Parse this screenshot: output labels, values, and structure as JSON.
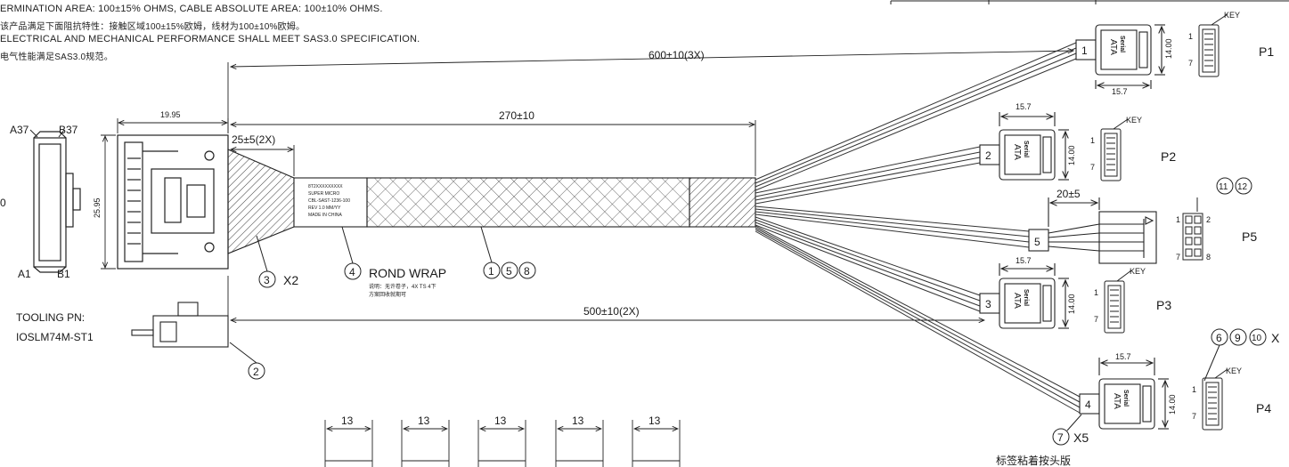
{
  "notes": [
    "ERMINATION AREA: 100±15% OHMS, CABLE ABSOLUTE AREA: 100±10% OHMS.",
    "该产品满足下面阻抗特性：接触区域100±15%欧姆，线材为100±10%欧姆。",
    "ELECTRICAL AND MECHANICAL PERFORMANCE SHALL MEET SAS3.0 SPECIFICATION.",
    "电气性能满足SAS3.0规范。"
  ],
  "dimensions": {
    "overall_long": "600±10(3X)",
    "braid_length": "270±10",
    "split": "25±5(2X)",
    "overall_short": "500±10(2X)",
    "head_width": "19.95",
    "head_height": "25.95",
    "p5_breakout": "20±5",
    "sata_width": "15.7",
    "sata_height": "14.00",
    "spacing": [
      "13",
      "13",
      "13",
      "13",
      "13"
    ]
  },
  "left_view": {
    "pin_top_left": "A37",
    "pin_top_right": "B37",
    "pin_bottom_left": "A1",
    "pin_bottom_right": "B1",
    "cut_digit": "0"
  },
  "callouts": {
    "c3": "3",
    "c3_qty": "X2",
    "c4": "4",
    "rond_wrap": "ROND WRAP",
    "rond_note_1": "说明：无许卷子，4X TS 4下",
    "rond_note_2": "方案回收就期可",
    "c1": "1",
    "c5": "5",
    "c8": "8",
    "c2": "2",
    "c7": "7",
    "c7_qty": "X5",
    "c11": "11",
    "c12": "12",
    "c6": "6",
    "c9": "9",
    "c10": "10",
    "c10_qty": "X"
  },
  "label_sticker": [
    "8T2XXXXXXXXX",
    "SUPER MICRO",
    "CBL-SAST-1236-100",
    "REV 1.0  MM/YY",
    "MADE IN CHINA"
  ],
  "tooling": {
    "line1": "TOOLING PN:",
    "line2": "IOSLM74M-ST1"
  },
  "connectors": [
    {
      "id": "P1",
      "wire": "1",
      "face_top": "Serial",
      "face_bottom": "ATA",
      "pin_first": "1",
      "pin_last": "7",
      "key": "KEY"
    },
    {
      "id": "P2",
      "wire": "2",
      "face_top": "Serial",
      "face_bottom": "ATA",
      "pin_first": "1",
      "pin_last": "7",
      "key": "KEY"
    },
    {
      "id": "P5",
      "wire": "5",
      "pins": [
        "1",
        "2",
        "7",
        "8"
      ]
    },
    {
      "id": "P3",
      "wire": "3",
      "face_top": "Serial",
      "face_bottom": "ATA",
      "pin_first": "1",
      "pin_last": "7",
      "key": "KEY"
    },
    {
      "id": "P4",
      "wire": "4",
      "face_top": "Serial",
      "face_bottom": "ATA",
      "pin_first": "1",
      "pin_last": "7",
      "key": "KEY"
    }
  ],
  "bottom_text": "标签粘着按头版"
}
